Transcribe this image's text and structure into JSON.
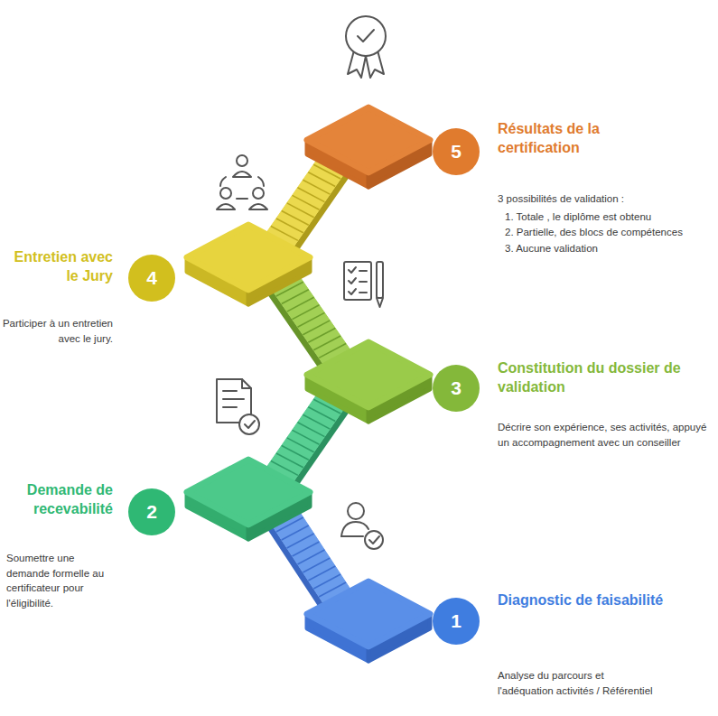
{
  "diagram": {
    "nodes": [
      {
        "text": [
          "1",
          "Diagnostic de faisabilité",
          "Analyse du parcours et l'adéquation activités / Référentiel"
        ]
      },
      {
        "text": [
          "2",
          "Demande de recevabilité",
          "Soumettre une demande formelle au certificateur pour l'éligibilité."
        ]
      },
      {
        "text": [
          "3",
          "Constitution du dossier de validation",
          "Décrire son expérience, ses activités, appuyé un accompagnement avec un conseiller"
        ]
      },
      {
        "text": [
          "4",
          "Entretien avec le Jury",
          "Participer à un entretien avec le jury."
        ]
      },
      {
        "text": [
          "5",
          "Résultats de la certification",
          "3 possibilités de validation :",
          "1. Totale , le diplôme est obtenu",
          "2. Partielle, des blocs de compétences",
          "3. Aucune validation"
        ]
      }
    ]
  }
}
